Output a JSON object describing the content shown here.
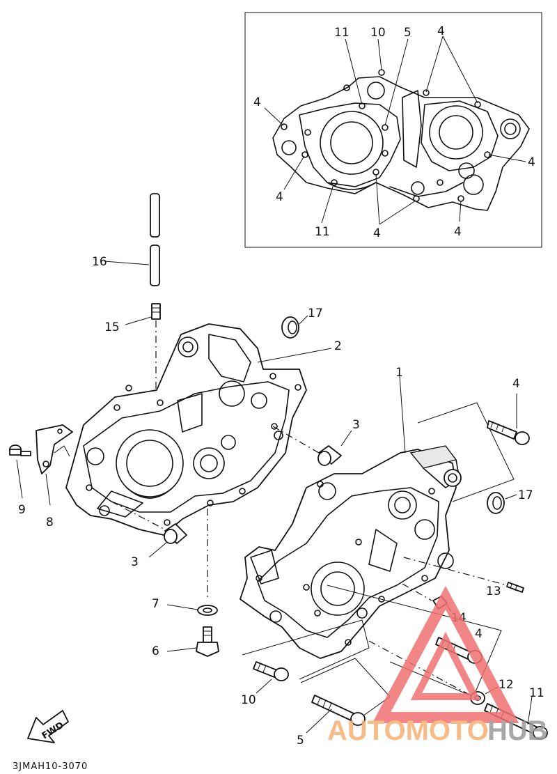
{
  "diagram": {
    "part_code": "3JMAH10-3070",
    "fwd_label": "FWD",
    "callouts": {
      "inset": [
        "11",
        "10",
        "5",
        "4",
        "4",
        "4",
        "4",
        "11",
        "4",
        "4"
      ],
      "main": [
        "16",
        "15",
        "17",
        "2",
        "1",
        "4",
        "3",
        "9",
        "8",
        "3",
        "17",
        "13",
        "14",
        "7",
        "6",
        "4",
        "10",
        "12",
        "11",
        "5"
      ]
    }
  },
  "watermark": {
    "text_a": "AUTOMOTO",
    "text_b": "HUB",
    "color_a": "#f5b072",
    "color_b": "#9a9a9a",
    "triangle_color": "#f07070"
  },
  "colors": {
    "line": "#111111",
    "background": "#ffffff"
  }
}
